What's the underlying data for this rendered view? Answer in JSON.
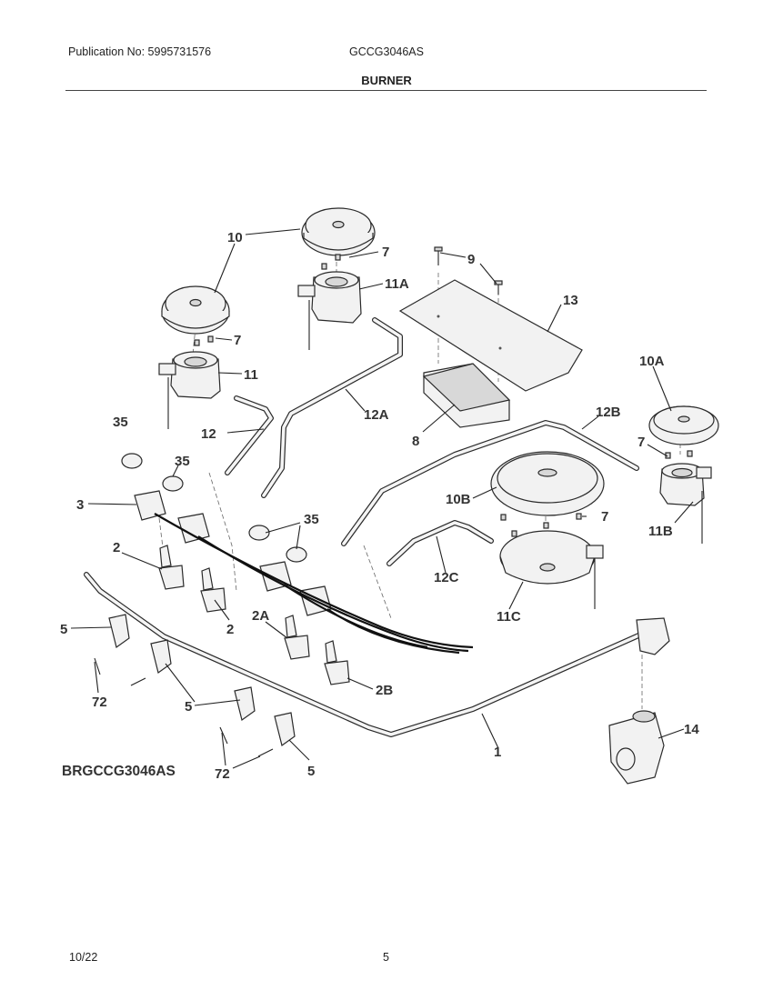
{
  "header": {
    "publication": "Publication No: 5995731576",
    "model": "GCCG3046AS",
    "section_title": "BURNER"
  },
  "callouts": {
    "c10": "10",
    "c7a": "7",
    "c9": "9",
    "c11A": "11A",
    "c13": "13",
    "c7b": "7",
    "c11": "11",
    "c10A": "10A",
    "c12A": "12A",
    "c35a": "35",
    "c12": "12",
    "c8": "8",
    "c12B": "12B",
    "c7c": "7",
    "c35b": "35",
    "c3": "3",
    "c10B": "10B",
    "c7d": "7",
    "c11B": "11B",
    "c35c": "35",
    "c2a": "2",
    "c12C": "12C",
    "c2b": "2",
    "c2A": "2A",
    "c11C": "11C",
    "c5a": "5",
    "c2B": "2B",
    "c72a": "72",
    "c5b": "5",
    "c14": "14",
    "c1": "1",
    "c72b": "72",
    "c5c": "5"
  },
  "diagram_code": "BRGCCG3046AS",
  "footer": {
    "date": "10/22",
    "page": "5"
  }
}
